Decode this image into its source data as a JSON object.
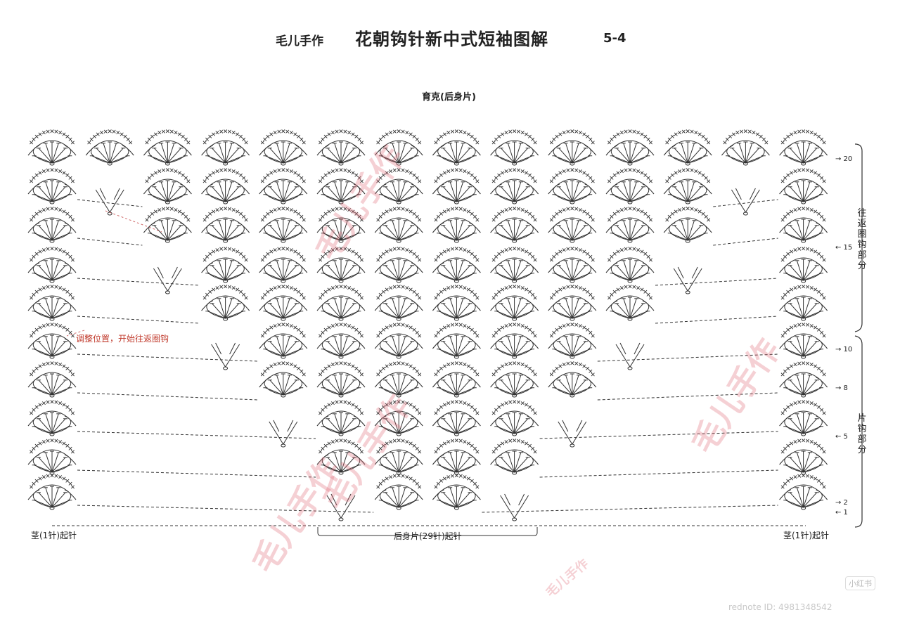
{
  "header": {
    "brand": "毛儿手作",
    "title": "花朝钩针新中式短袖图解",
    "page": "5-4"
  },
  "subtitle": "育克(后身片)",
  "annotation": "调整位置，开始往返圈钩",
  "labels": {
    "left_chain": "茎(1针)起针",
    "right_chain": "茎(1针)起针",
    "bottom_chain": "后身片(29针)起针"
  },
  "sections": {
    "round_part": "往返圈钩部分",
    "flat_part": "片钩部分"
  },
  "row_markers": [
    {
      "row": "20",
      "dir": "right"
    },
    {
      "row": "15",
      "dir": "left"
    },
    {
      "row": "10",
      "dir": "right"
    },
    {
      "row": "8",
      "dir": "right"
    },
    {
      "row": "5",
      "dir": "left"
    },
    {
      "row": "2",
      "dir": "right"
    },
    {
      "row": "1",
      "dir": "left"
    }
  ],
  "watermark": {
    "text": "毛儿手作"
  },
  "footer": {
    "id": "rednote ID: 4981348542",
    "badge": "小红书"
  },
  "colors": {
    "line": "#333333",
    "dash_red": "#d06a6a",
    "label_red": "#c0392b",
    "watermark": "#e16e78"
  }
}
